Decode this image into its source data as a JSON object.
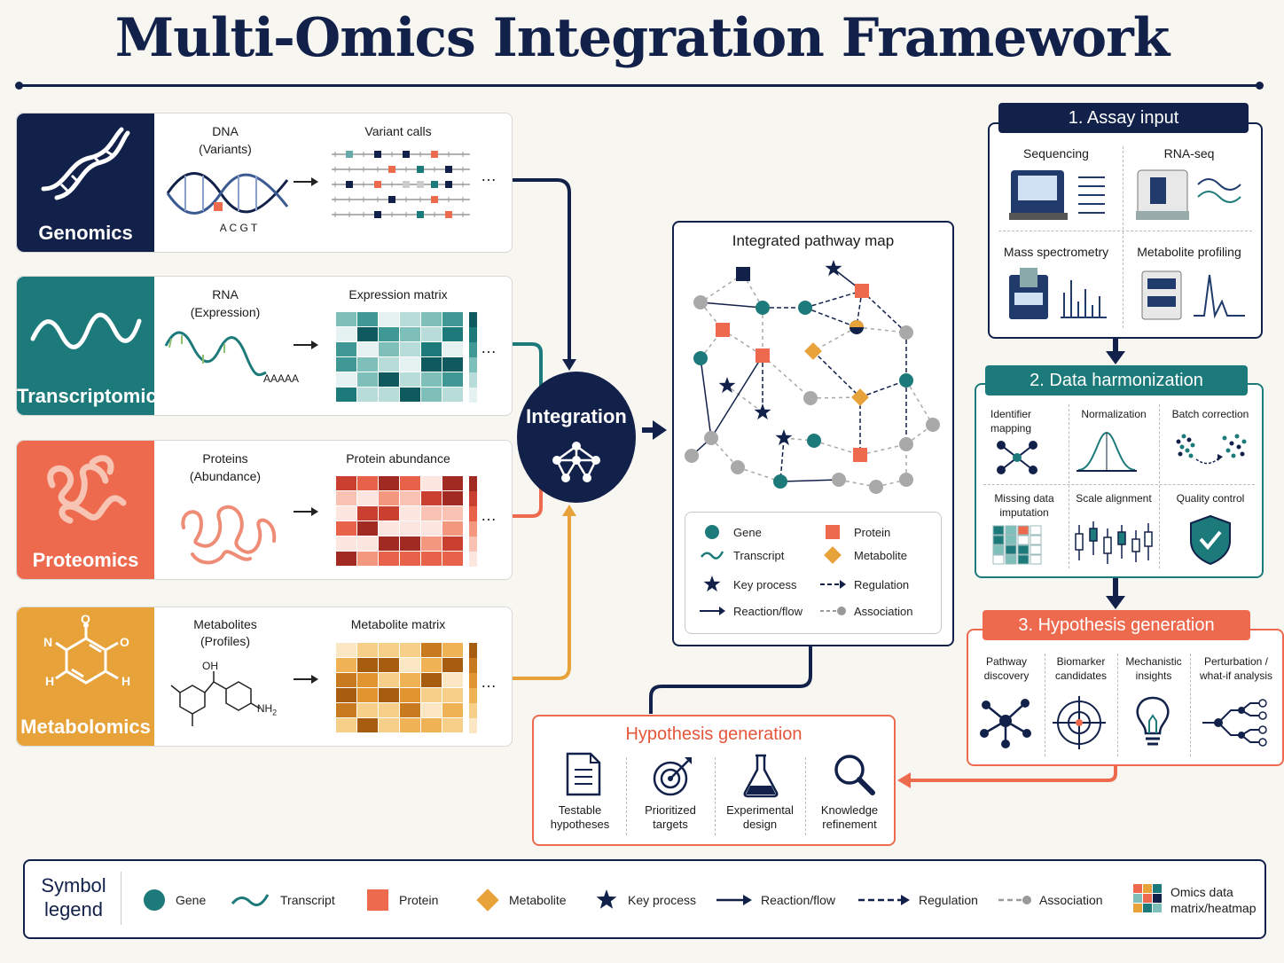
{
  "title": "Multi-Omics Integration Framework",
  "omics": [
    {
      "name": "Genomics",
      "color": "#12214a",
      "molecule": "DNA",
      "molecule_sub": "(Variants)",
      "bases": "A C G T",
      "matrix_title": "Variant calls"
    },
    {
      "name": "Transcriptomics",
      "color": "#1d7a7a",
      "molecule": "RNA",
      "molecule_sub": "(Expression)",
      "tail": "AAAAA",
      "matrix_title": "Expression matrix"
    },
    {
      "name": "Proteomics",
      "color": "#ee6a4f",
      "molecule": "Proteins",
      "molecule_sub": "(Abundance)",
      "matrix_title": "Protein abundance"
    },
    {
      "name": "Metabolomics",
      "color": "#e8a23a",
      "molecule": "Metabolites",
      "molecule_sub": "(Profiles)",
      "oh": "OH",
      "nh2": "NH",
      "nh2_sub": "2",
      "matrix_title": "Metabolite matrix"
    }
  ],
  "ellipsis": "…",
  "hub": {
    "label": "Integration"
  },
  "pathway": {
    "title": "Integrated pathway map",
    "legend": [
      {
        "icon": "gene",
        "label": "Gene"
      },
      {
        "icon": "protein",
        "label": "Protein"
      },
      {
        "icon": "transcript",
        "label": "Transcript"
      },
      {
        "icon": "metabolite",
        "label": "Metabolite"
      },
      {
        "icon": "key-process",
        "label": "Key process"
      },
      {
        "icon": "regulation",
        "label": "Regulation"
      },
      {
        "icon": "reaction",
        "label": "Reaction/flow"
      },
      {
        "icon": "association",
        "label": "Association"
      }
    ]
  },
  "assay": {
    "header": "1. Assay input",
    "items": [
      "Sequencing",
      "RNA-seq",
      "Mass spectrometry",
      "Metabolite profiling"
    ]
  },
  "harmonization": {
    "header": "2. Data harmonization",
    "items": [
      [
        "Identifier",
        "mapping"
      ],
      [
        "Normalization"
      ],
      [
        "Batch correction"
      ],
      [
        "Missing data",
        "imputation"
      ],
      [
        "Scale alignment"
      ],
      [
        "Quality control"
      ]
    ]
  },
  "hypothesis_steps": {
    "header": "3. Hypothesis generation",
    "items": [
      [
        "Pathway",
        "discovery"
      ],
      [
        "Biomarker",
        "candidates"
      ],
      [
        "Mechanistic",
        "insights"
      ],
      [
        "Perturbation /",
        "what-if analysis"
      ]
    ]
  },
  "outputs": {
    "title": "Hypothesis generation",
    "items": [
      [
        "Testable",
        "hypotheses"
      ],
      [
        "Prioritized",
        "targets"
      ],
      [
        "Experimental",
        "design"
      ],
      [
        "Knowledge",
        "refinement"
      ]
    ]
  },
  "symbol_legend": {
    "title_line1": "Symbol",
    "title_line2": "legend",
    "items": [
      "Gene",
      "Transcript",
      "Protein",
      "Metabolite",
      "Key process",
      "Reaction/flow",
      "Regulation",
      "Association"
    ],
    "heatmap_line1": "Omics data",
    "heatmap_line2": "matrix/heatmap"
  },
  "colors": {
    "navy": "#12214a",
    "teal": "#1d7a7a",
    "coral": "#ee6a4f",
    "amber": "#e8a23a",
    "gray": "#9a9a9a"
  }
}
